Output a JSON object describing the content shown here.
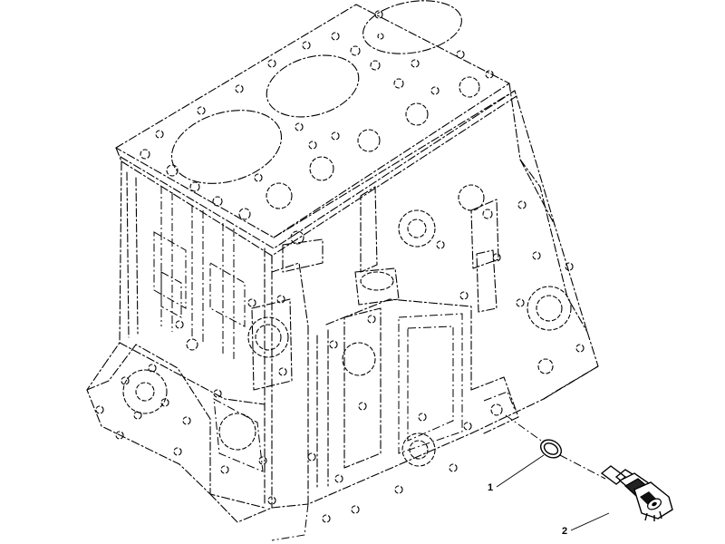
{
  "callouts": [
    {
      "number": "1",
      "part": "sealing ring"
    },
    {
      "number": "2",
      "part": "sensor"
    }
  ],
  "icons": [
    "engine-block-drawing",
    "sealing-ring-part",
    "sensor-part"
  ]
}
